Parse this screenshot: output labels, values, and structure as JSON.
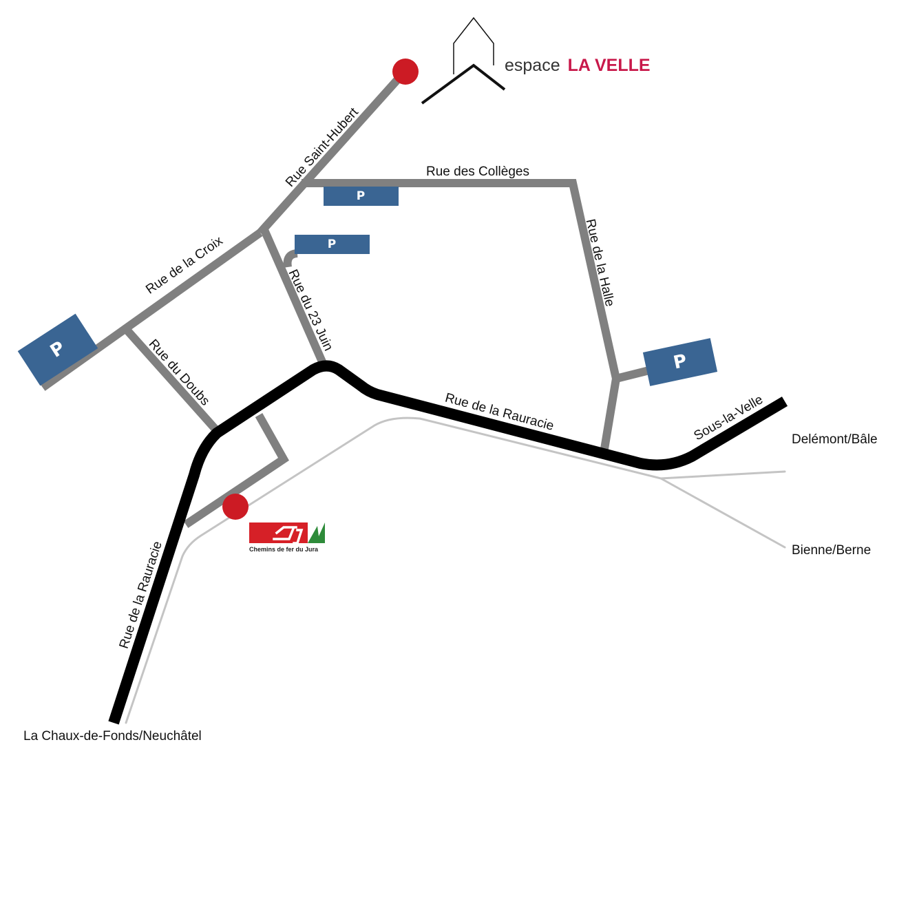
{
  "brand": {
    "prefix": "espace",
    "name": "LA VELLE",
    "accent_color": "#c8184a"
  },
  "railway": {
    "operator": "Chemins de fer du Jura",
    "logo_colors": {
      "red": "#d62027",
      "green": "#2e8b3a"
    }
  },
  "streets": {
    "saint_hubert": "Rue Saint-Hubert",
    "colleges": "Rue des Collèges",
    "croix": "Rue de la Croix",
    "doubs": "Rue du Doubs",
    "juin": "Rue du 23 Juin",
    "halle": "Rue de la Halle",
    "rauracie_east": "Rue de la Rauracie",
    "rauracie_south": "Rue de la Rauracie",
    "sous_la_velle": "Sous-la-Velle"
  },
  "destinations": {
    "north_east": "Delémont/Bâle",
    "south_east": "Bienne/Berne",
    "south_west": "La Chaux-de-Fonds/Neuchâtel"
  },
  "parking": {
    "label": "P",
    "color": "#3a6593"
  },
  "markers": {
    "color": "#cc1b24",
    "items": [
      "venue-marker",
      "station-marker"
    ]
  },
  "colors": {
    "main_road": "#000000",
    "side_street": "#808080",
    "railway_track": "#c4c4c4"
  }
}
